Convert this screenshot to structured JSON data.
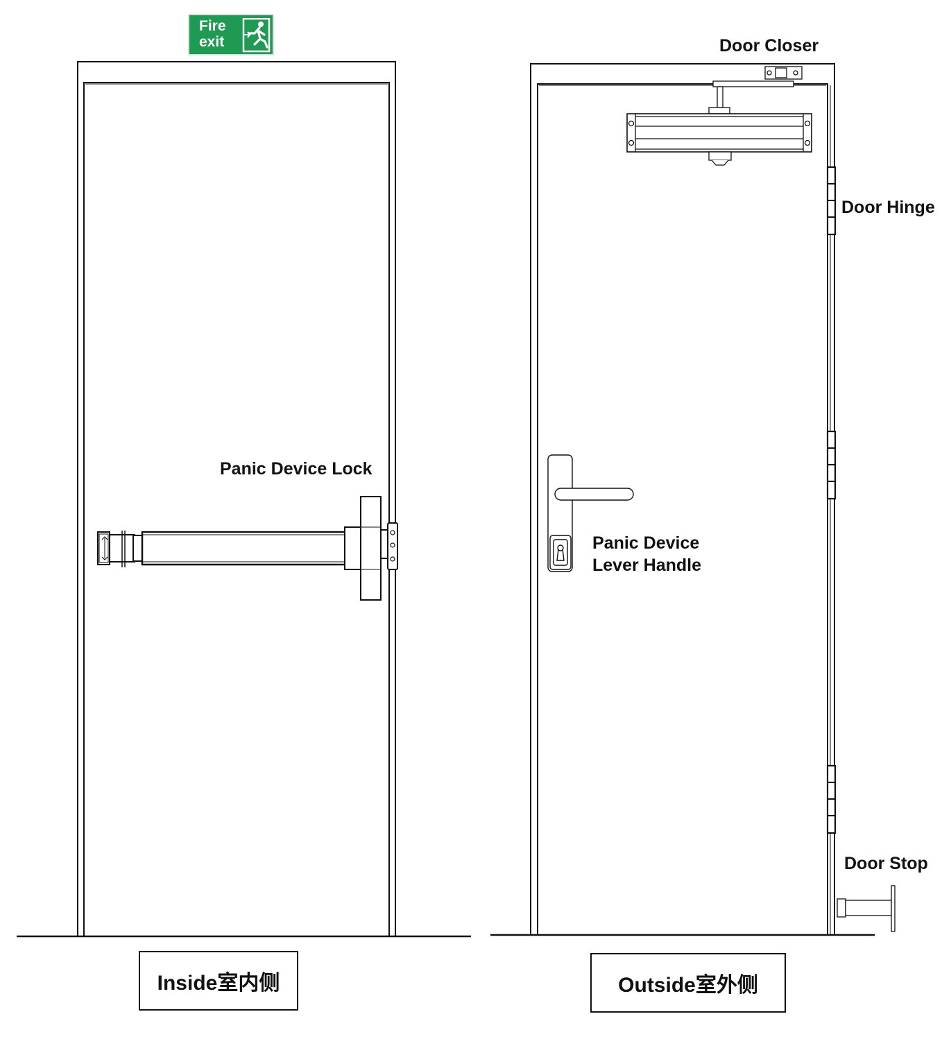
{
  "sign": {
    "line1": "Fire",
    "line2": "exit",
    "icon": "running-man-exit-icon",
    "color": "#1f9a52"
  },
  "labels": {
    "panic_device_lock": "Panic Device Lock",
    "door_closer": "Door Closer",
    "door_hinge": "Door Hinge",
    "panic_device_lever_handle_line1": "Panic Device",
    "panic_device_lever_handle_line2": "Lever Handle",
    "door_stop": "Door Stop"
  },
  "captions": {
    "inside": "Inside室内侧",
    "outside": "Outside室外侧"
  }
}
